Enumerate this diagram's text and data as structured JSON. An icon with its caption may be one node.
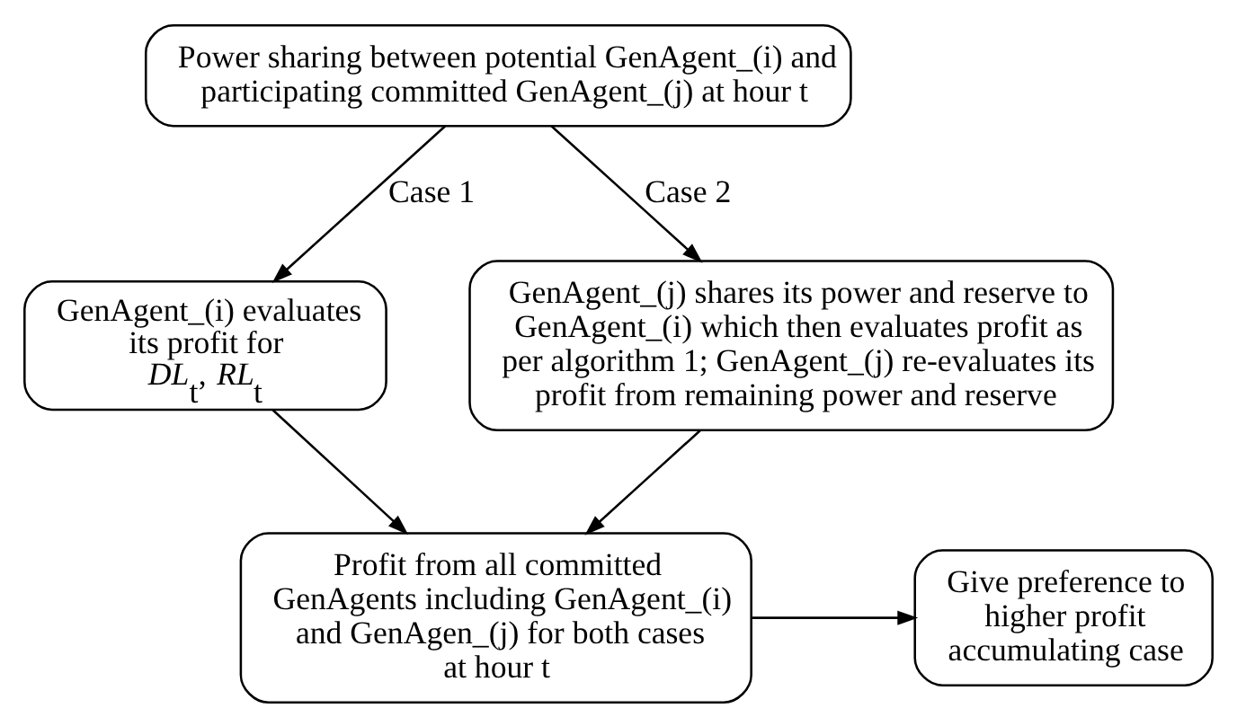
{
  "diagram": {
    "nodes": [
      {
        "text": [
          "Power sharing between potential GenAgent_(i) and participating committed GenAgent_(j) at hour t"
        ]
      },
      {
        "text": [
          "GenAgent_(i) evaluates its profit for *DL*$_{t}$, *RL*$_{t}$"
        ]
      },
      {
        "text": [
          "GenAgent_(j) shares its power and reserve to GenAgent_(i) which then evaluates profit as per algorithm 1; GenAgent_(j) re-evaluates its profit from remaining power and reserve"
        ]
      },
      {
        "text": [
          "Profit from all committed GenAgents including GenAgent_(i) and GenAgen_(j) for both cases at hour t"
        ]
      },
      {
        "text": [
          "Give preference to higher profit accumulating case"
        ]
      }
    ],
    "edges": [
      {
        "from": 0,
        "to": 1,
        "arrow": "to",
        "label": "Case 1"
      },
      {
        "from": 0,
        "to": 2,
        "arrow": "to",
        "label": "Case 2"
      },
      {
        "from": 1,
        "to": 3,
        "arrow": "to"
      },
      {
        "from": 2,
        "to": 3,
        "arrow": "to"
      },
      {
        "from": 3,
        "to": 4,
        "arrow": "to"
      }
    ]
  }
}
